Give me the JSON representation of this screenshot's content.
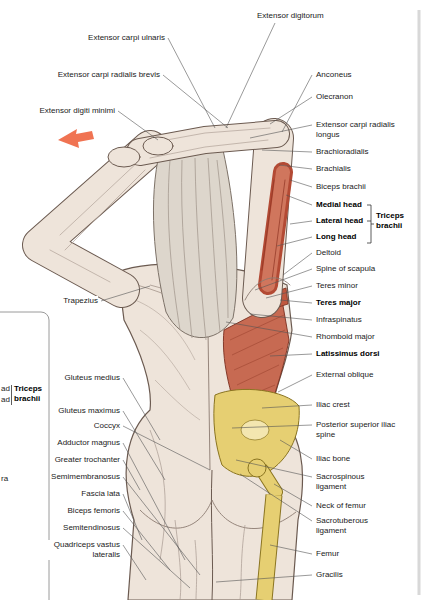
{
  "diagram": {
    "labels": [
      "Extensor digitorum",
      "Extensor carpi ulnaris",
      "Anconeus",
      "Extensor carpi radialis brevis",
      "Olecranon",
      "Extensor digiti minimi",
      "Extensor carpi radialis longus",
      "Brachioradialis",
      "Brachialis",
      "Biceps brachii",
      "Medial head",
      "Lateral head",
      "Triceps brachii",
      "Long head",
      "Deltoid",
      "Spine of scapula",
      "Teres minor",
      "Trapezius",
      "Teres major",
      "Infraspinatus",
      "Rhomboid major",
      "Latissimus dorsi",
      "External oblique",
      "Gluteus medius",
      "ad",
      "ad",
      "Triceps brachii",
      "Gluteus maximus",
      "Iliac crest",
      "Coccyx",
      "Posterior superior iliac spine",
      "Adductor magnus",
      "Iliac bone",
      "Greater trochanter",
      "ra",
      "Sacrospinous ligament",
      "Semimembranosus",
      "Fascia lata",
      "Neck of femur",
      "Biceps femoris",
      "Sacrotuberous ligament",
      "Semitendinosus",
      "Quadriceps vastus lateralis",
      "Femur",
      "Gracilis"
    ]
  }
}
